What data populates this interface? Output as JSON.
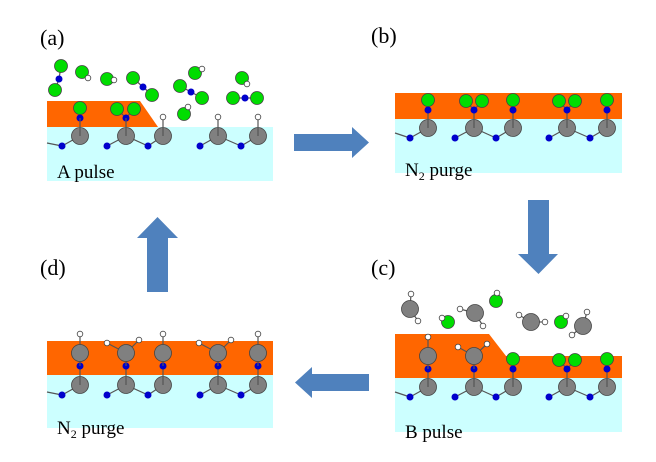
{
  "colors": {
    "substrate": "#ccffff",
    "film": "#ff6600",
    "arrow": "#4f81bd",
    "metal_atom": "#808080",
    "ligand_atom": "#00dd00",
    "bridge_atom": "#0000cc",
    "hydrogen_atom": "#ffffff",
    "bond": "#555555",
    "atom_outline": "#444444"
  },
  "panels": [
    {
      "id": "a",
      "label": "(a)",
      "caption": "A pulse",
      "caption_sub": ""
    },
    {
      "id": "b",
      "label": "(b)",
      "caption": "N",
      "caption_sub": "2",
      "caption_rest": " purge"
    },
    {
      "id": "c",
      "label": "(c)",
      "caption": "B pulse",
      "caption_sub": ""
    },
    {
      "id": "d",
      "label": "(d)",
      "caption": "N",
      "caption_sub": "2",
      "caption_rest": " purge"
    }
  ],
  "arrows": [
    {
      "name": "arrow-a-to-b",
      "direction": "right"
    },
    {
      "name": "arrow-b-to-c",
      "direction": "down"
    },
    {
      "name": "arrow-c-to-d",
      "direction": "left"
    },
    {
      "name": "arrow-d-to-a",
      "direction": "up"
    }
  ],
  "legend_species": {
    "metal": "gray large atom",
    "ligand": "green atom",
    "bridge": "blue small atom",
    "hydrogen": "white small atom"
  }
}
